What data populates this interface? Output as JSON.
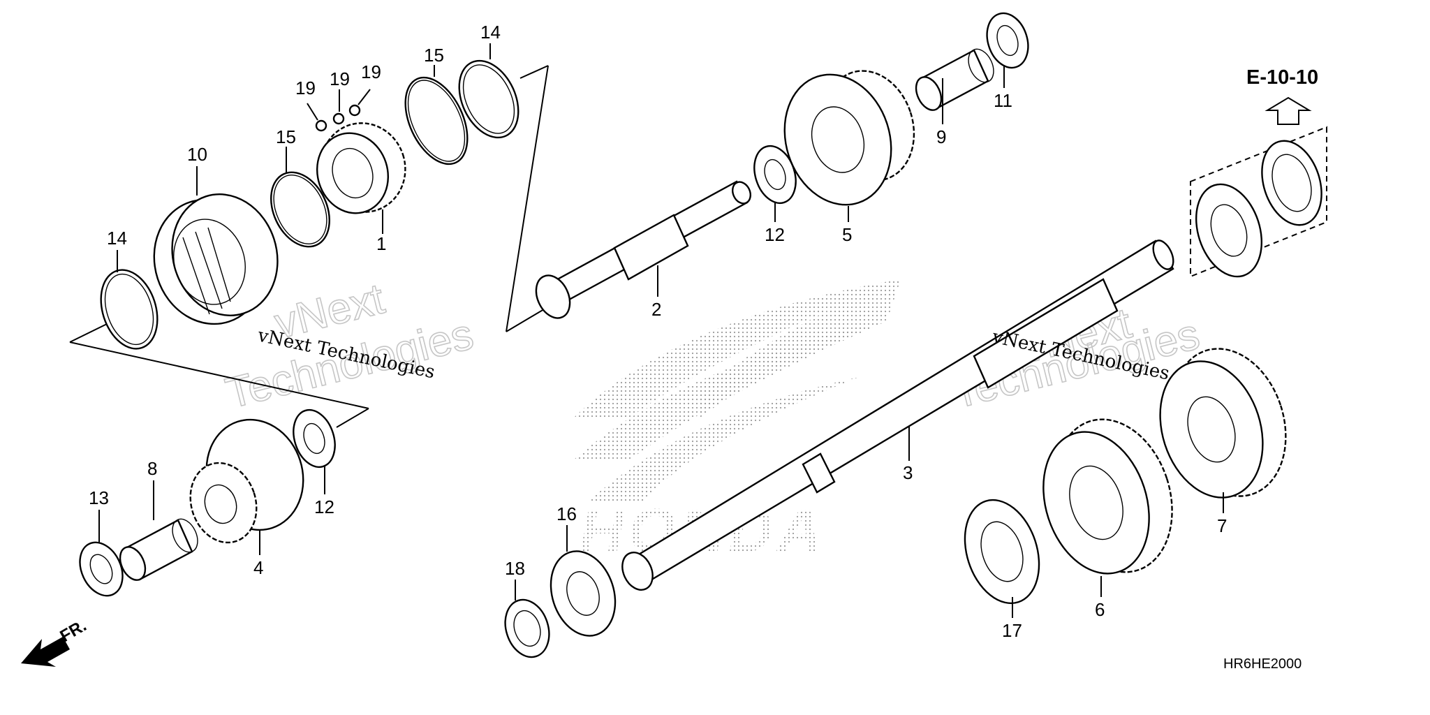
{
  "callouts": [
    "1",
    "2",
    "3",
    "4",
    "5",
    "6",
    "7",
    "8",
    "9",
    "10",
    "11",
    "12",
    "13",
    "14",
    "15",
    "16",
    "17",
    "18",
    "19"
  ],
  "labels": {
    "l1": "1",
    "l2": "2",
    "l3": "3",
    "l4": "4",
    "l5": "5",
    "l6": "6",
    "l7": "7",
    "l8": "8",
    "l9": "9",
    "l10": "10",
    "l11": "11",
    "l12a": "12",
    "l12b": "12",
    "l13": "13",
    "l14a": "14",
    "l14b": "14",
    "l15a": "15",
    "l15b": "15",
    "l16": "16",
    "l17": "17",
    "l18": "18",
    "l19a": "19",
    "l19b": "19",
    "l19c": "19"
  },
  "reference": "E-10-10",
  "diagram_code": "HR6HE2000",
  "front_marker": "FR.",
  "watermark": {
    "line1": "vNext Technologies",
    "big_word1": "vNext",
    "big_word2": "Technologies",
    "brand": "HONDA"
  }
}
